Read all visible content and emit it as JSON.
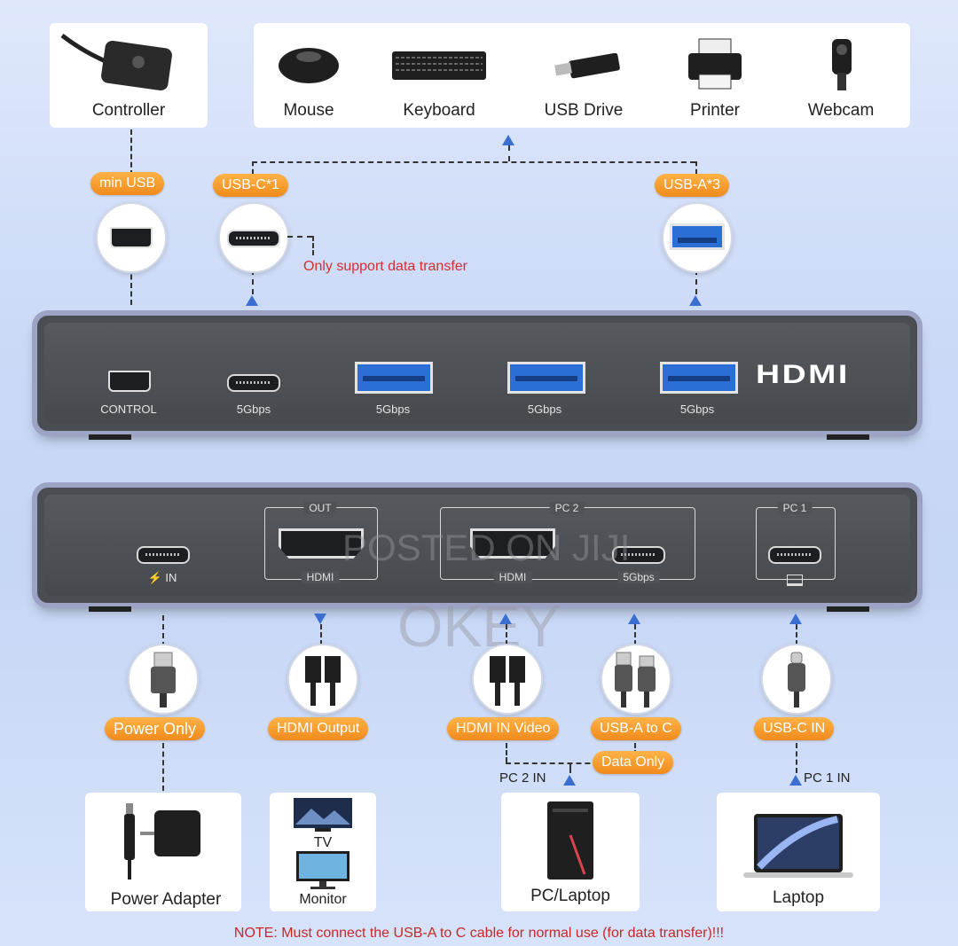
{
  "devices_top": {
    "controller": "Controller",
    "mouse": "Mouse",
    "keyboard": "Keyboard",
    "usb_drive": "USB Drive",
    "printer": "Printer",
    "webcam": "Webcam"
  },
  "top_ports": {
    "min_usb": "min USB",
    "usbc": "USB-C*1",
    "usba": "USB-A*3",
    "note": "Only support data transfer"
  },
  "front_panel": {
    "control": "CONTROL",
    "speed": "5Gbps",
    "brand": "HDMI"
  },
  "rear_panel": {
    "power_in": "IN",
    "out": "OUT",
    "hdmi": "HDMI",
    "pc2": "PC 2",
    "pc1": "PC 1",
    "speed": "5Gbps"
  },
  "cables": {
    "power_only": "Power Only",
    "hdmi_output": "HDMI Output",
    "hdmi_in_video": "HDMI IN Video",
    "usba_to_c": "USB-A to C",
    "usbc_in": "USB-C IN",
    "data_only": "Data Only",
    "pc2_in": "PC 2 IN",
    "pc1_in": "PC 1 IN"
  },
  "devices_bottom": {
    "power_adapter": "Power Adapter",
    "tv": "TV",
    "monitor": "Monitor",
    "pc_laptop": "PC/Laptop",
    "laptop": "Laptop"
  },
  "note": "NOTE: Must connect the USB-A to C cable for normal use (for data transfer)!!!",
  "watermark": {
    "line1": "POSTED ON JIJI",
    "line2": "OKEY"
  },
  "colors": {
    "accent": "#f08a1c",
    "arrow": "#3a6fd1",
    "note": "#c62828"
  }
}
